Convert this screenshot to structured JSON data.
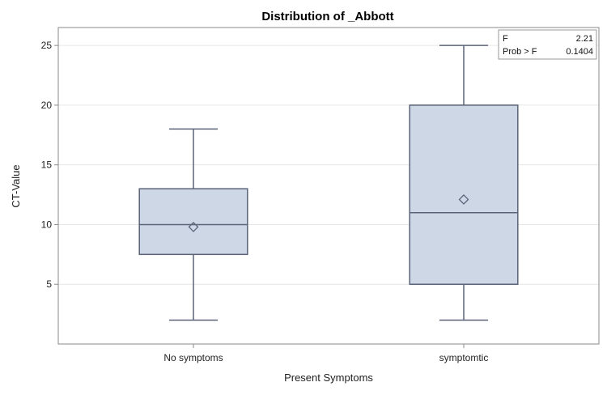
{
  "chart_data": {
    "type": "box",
    "title": "Distribution of _Abbott",
    "xlabel": "Present Symptoms",
    "ylabel": "CT-Value",
    "ylim": [
      0,
      26.5
    ],
    "yticks": [
      5,
      10,
      15,
      20,
      25
    ],
    "grid": "horizontal",
    "categories": [
      "No symptoms",
      "symptomtic"
    ],
    "boxes": [
      {
        "category": "No symptoms",
        "min": 2,
        "q1": 7.5,
        "median": 10,
        "q3": 13,
        "max": 18,
        "mean": 9.8
      },
      {
        "category": "symptomtic",
        "min": 2,
        "q1": 5,
        "median": 11,
        "q3": 20,
        "max": 25,
        "mean": 12.1
      }
    ],
    "stats_inset": {
      "placement": "top-right",
      "rows": [
        {
          "label": "F",
          "value": "2.21"
        },
        {
          "label": "Prob > F",
          "value": "0.1404"
        }
      ]
    },
    "colors": {
      "box_fill": "#cdd7e6",
      "box_stroke": "#5a6378",
      "grid": "#e6e6e6",
      "frame": "#8a8a8a"
    }
  }
}
